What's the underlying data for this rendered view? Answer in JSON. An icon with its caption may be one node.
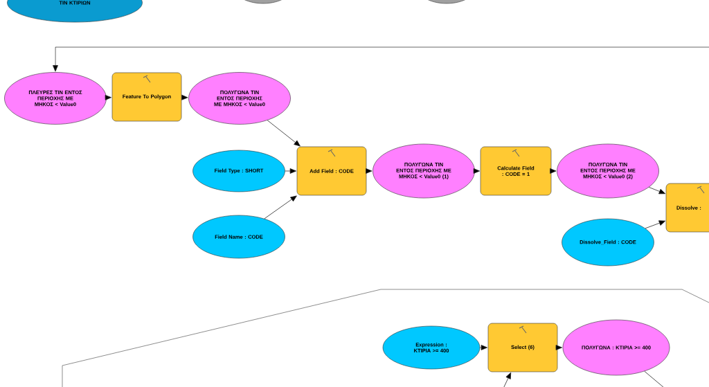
{
  "diagram": {
    "nodes": [
      {
        "text": [
          "ΤΙΝ ΚΤΙΡΙΩΝ"
        ]
      },
      {
        "text": [],
        "shape": "ellipse"
      },
      {
        "text": [],
        "shape": "ellipse"
      },
      {
        "text": [
          "ΠΛΕΥΡΕΣ ΤΙΝ ΕΝΤΟΣ ΠΕΡΙΟΧΗΣ ΜΕ ΜΗΚΟΣ < Value0"
        ]
      },
      {
        "text": [
          "Feature To Polygon"
        ]
      },
      {
        "text": [
          "ΠΟΛΥΓΩΝΑ ΤΙΝ ΕΝΤΟΣ ΠΕΡΙΟΧΗΣ ΜΕ ΜΗΚΟΣ < Value0"
        ]
      },
      {
        "text": [
          "Field Type : SHORT"
        ]
      },
      {
        "text": [
          "Add Field : CODE"
        ]
      },
      {
        "text": [
          "ΠΟΛΥΓΩΝΑ ΤΙΝ ΕΝΤΟΣ ΠΕΡΙΟΧΗΣ ΜΕ ΜΗΚΟΣ < Value0 (1)"
        ]
      },
      {
        "text": [
          "Calculate Field : CODE = 1"
        ]
      },
      {
        "text": [
          "ΠΟΛΥΓΩΝΑ ΤΙΝ ΕΝΤΟΣ ΠΕΡΙΟΧΗΣ ΜΕ ΜΗΚΟΣ < Value0 (2)"
        ]
      },
      {
        "text": [
          "Field Name : CODE"
        ]
      },
      {
        "text": [
          "Dissolve :"
        ]
      },
      {
        "text": [
          "Dissolve_Field : CODE"
        ]
      },
      {
        "text": [
          "Expression : ΚΤΙΡΙΑ >= 400"
        ]
      },
      {
        "text": [
          "Select (6)"
        ]
      },
      {
        "text": [
          "ΠΟΛΥΓΩΝΑ : ΚΤΙΡΙΑ >= 400"
        ]
      }
    ],
    "edges": [
      {
        "from": null,
        "to": 3,
        "arrow": "to"
      },
      {
        "from": 3,
        "to": 4,
        "arrow": "to"
      },
      {
        "from": 4,
        "to": 5,
        "arrow": "to"
      },
      {
        "from": 5,
        "to": 7,
        "arrow": "to"
      },
      {
        "from": 6,
        "to": 7,
        "arrow": "to"
      },
      {
        "from": 11,
        "to": 7,
        "arrow": "to"
      },
      {
        "from": 7,
        "to": 8,
        "arrow": "to"
      },
      {
        "from": 8,
        "to": 9,
        "arrow": "to"
      },
      {
        "from": 9,
        "to": 10,
        "arrow": "to"
      },
      {
        "from": 10,
        "to": 12,
        "arrow": "to"
      },
      {
        "from": 13,
        "to": 12,
        "arrow": "to"
      },
      {
        "from": 14,
        "to": 15,
        "arrow": "to"
      },
      {
        "from": 15,
        "to": 16,
        "arrow": "to"
      },
      {
        "from": null,
        "to": 15,
        "arrow": "to"
      },
      {
        "from": 16,
        "to": null,
        "arrow": "none"
      }
    ]
  }
}
